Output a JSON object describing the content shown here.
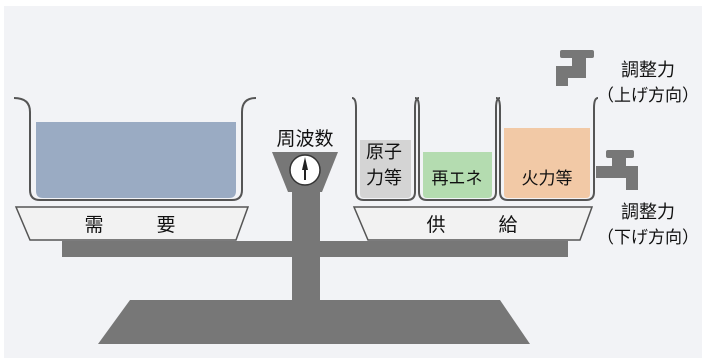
{
  "diagram": {
    "frequency_label": "周波数",
    "demand": {
      "label_left": "需",
      "label_right": "要"
    },
    "supply": {
      "label_left": "供",
      "label_right": "給",
      "tanks": [
        {
          "id": "nuclear",
          "line1": "原子",
          "line2": "力等",
          "color": "#d4d4d4"
        },
        {
          "id": "renewable",
          "line1": "再エネ",
          "color": "#b4dcb0"
        },
        {
          "id": "thermal",
          "line1": "火力等",
          "color": "#f2c9a6"
        }
      ]
    },
    "adjust_up": {
      "line1": "調整力",
      "line2": "（上げ方向）"
    },
    "adjust_down": {
      "line1": "調整力",
      "line2": "（下げ方向）"
    },
    "colors": {
      "background": "#f2f3f6",
      "beam": "#777777",
      "pan_fill": "#f2f2f2",
      "demand_water": "#9aabc3",
      "tank_border": "#555555",
      "text": "#111111"
    }
  }
}
